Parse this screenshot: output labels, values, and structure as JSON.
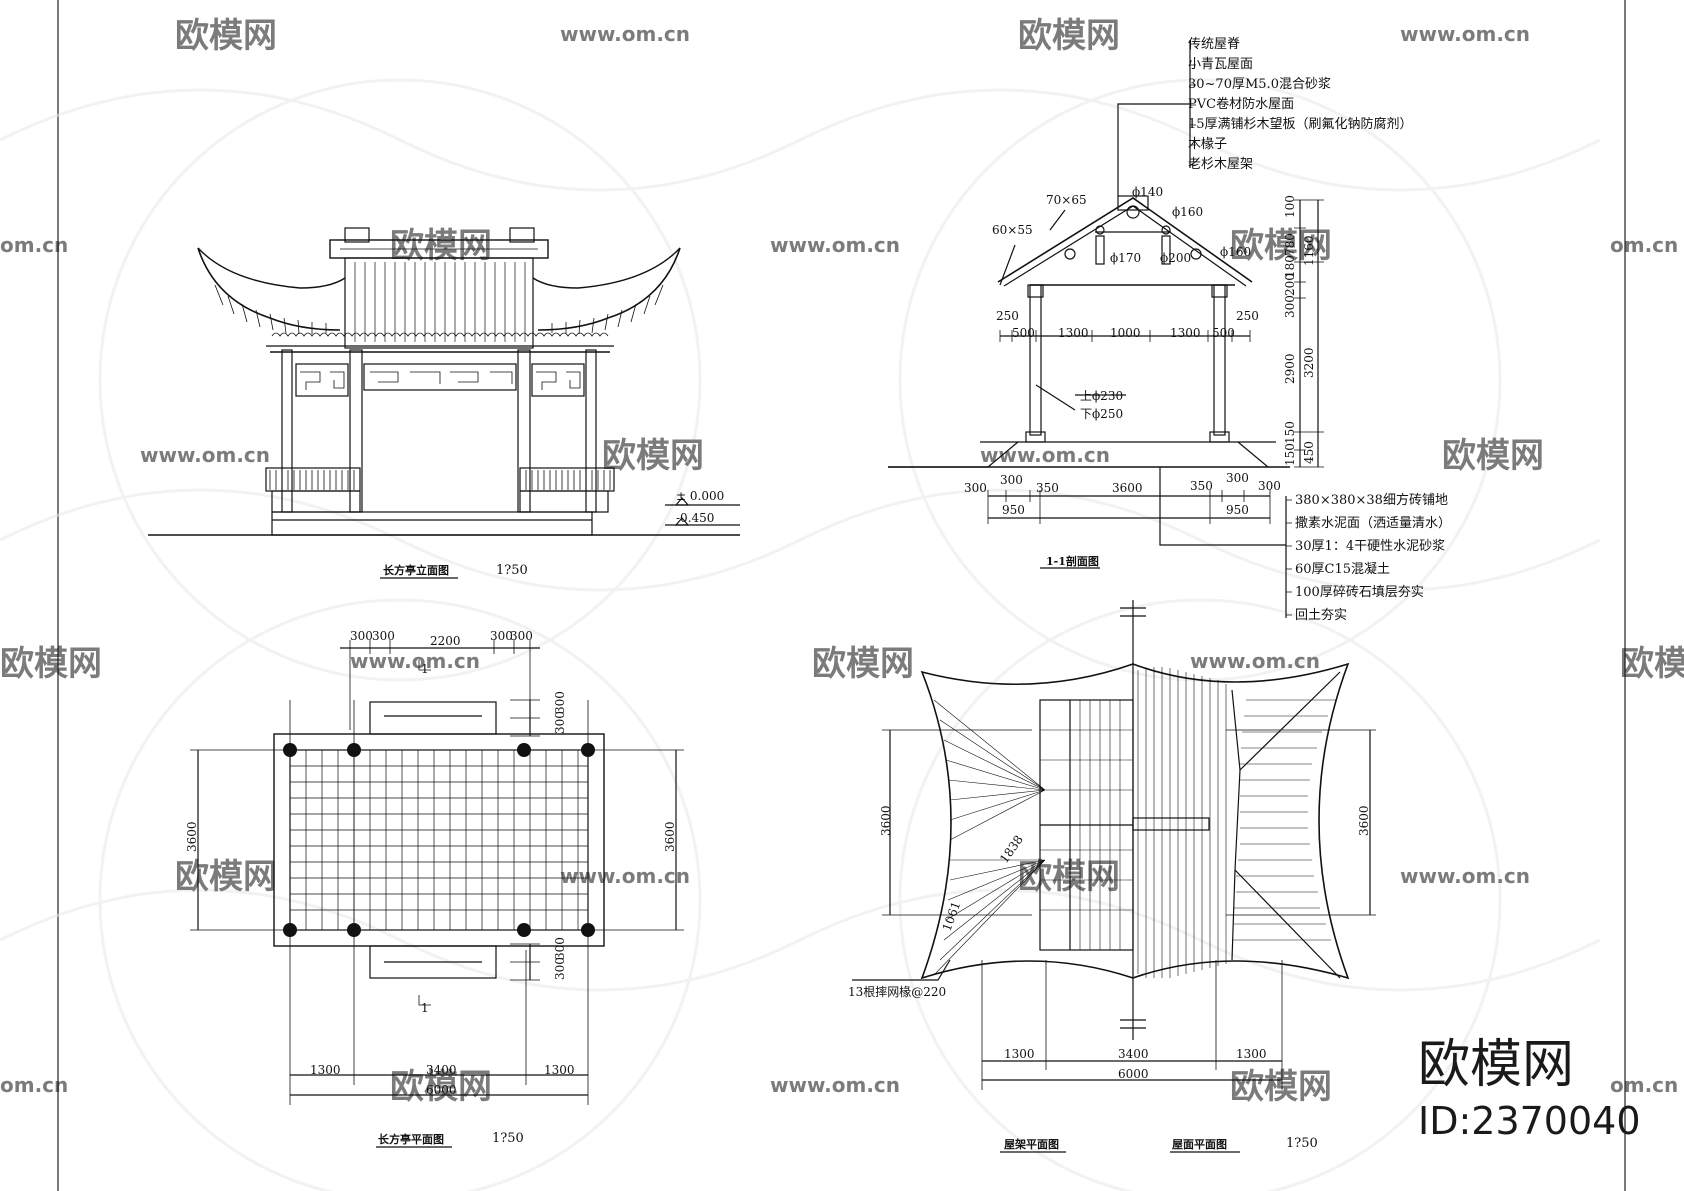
{
  "watermark": {
    "logo_text": "欧模网",
    "url_text": "www.om.cn",
    "url_fragment": "om.cn"
  },
  "brand": {
    "name": "欧模网",
    "id": "ID:2370040"
  },
  "elevation": {
    "title": "长方亭立面图",
    "scale": "1?50",
    "level_top": "± 0.000",
    "level_bottom": "-0.450"
  },
  "section": {
    "title": "1-1剖面图",
    "roof_layers": [
      "传统屋脊",
      "小青瓦屋面",
      "30~70厚M5.0混合砂浆",
      "PVC卷材防水屋面",
      "15厚满铺杉木望板（刷氟化钠防腐剂）",
      "木椽子",
      "老杉木屋架"
    ],
    "floor_layers": [
      "380×380×38细方砖铺地",
      "撒素水泥面（洒适量清水）",
      "30厚1：4干硬性水泥砂浆",
      "60厚C15混凝土",
      "100厚碎砖石填层夯实",
      "回土夯实"
    ],
    "labels": {
      "rafter_a": "60×55",
      "rafter_b": "70×65",
      "phi140": "ϕ140",
      "phi160a": "ϕ160",
      "phi160b": "ϕ160",
      "phi170": "ϕ170",
      "phi200": "ϕ200",
      "col_top": "上ϕ230",
      "col_bottom": "下ϕ250"
    },
    "dims_top": [
      "250",
      "500",
      "1300",
      "1000",
      "1300",
      "500",
      "250"
    ],
    "dims_bottom_a": [
      "300",
      "300",
      "350",
      "3600",
      "350",
      "300",
      "300"
    ],
    "dims_bottom_b": [
      "950",
      "950"
    ],
    "dims_right_a": [
      "100",
      "780",
      "180",
      "200",
      "300",
      "2900",
      "150",
      "150"
    ],
    "dims_right_b": [
      "1160",
      "3200",
      "450"
    ]
  },
  "plan": {
    "title": "长方亭平面图",
    "scale": "1?50",
    "dims_top": [
      "300",
      "300",
      "2200",
      "300",
      "300"
    ],
    "dims_side": [
      "300",
      "300",
      "300",
      "300"
    ],
    "dim_height": "3600",
    "dims_bottom": [
      "1300",
      "3400",
      "1300"
    ],
    "dim_total": "6000",
    "section_mark": "1"
  },
  "roof_plan": {
    "title_frame": "屋架平面图",
    "title_roof": "屋面平面图",
    "scale": "1?50",
    "note": "13根摔网椽@220",
    "dim_a": "1838",
    "dim_b": "1061",
    "dim_height": "3600",
    "dims_bottom": [
      "1300",
      "3400",
      "1300"
    ],
    "dim_total": "6000"
  }
}
